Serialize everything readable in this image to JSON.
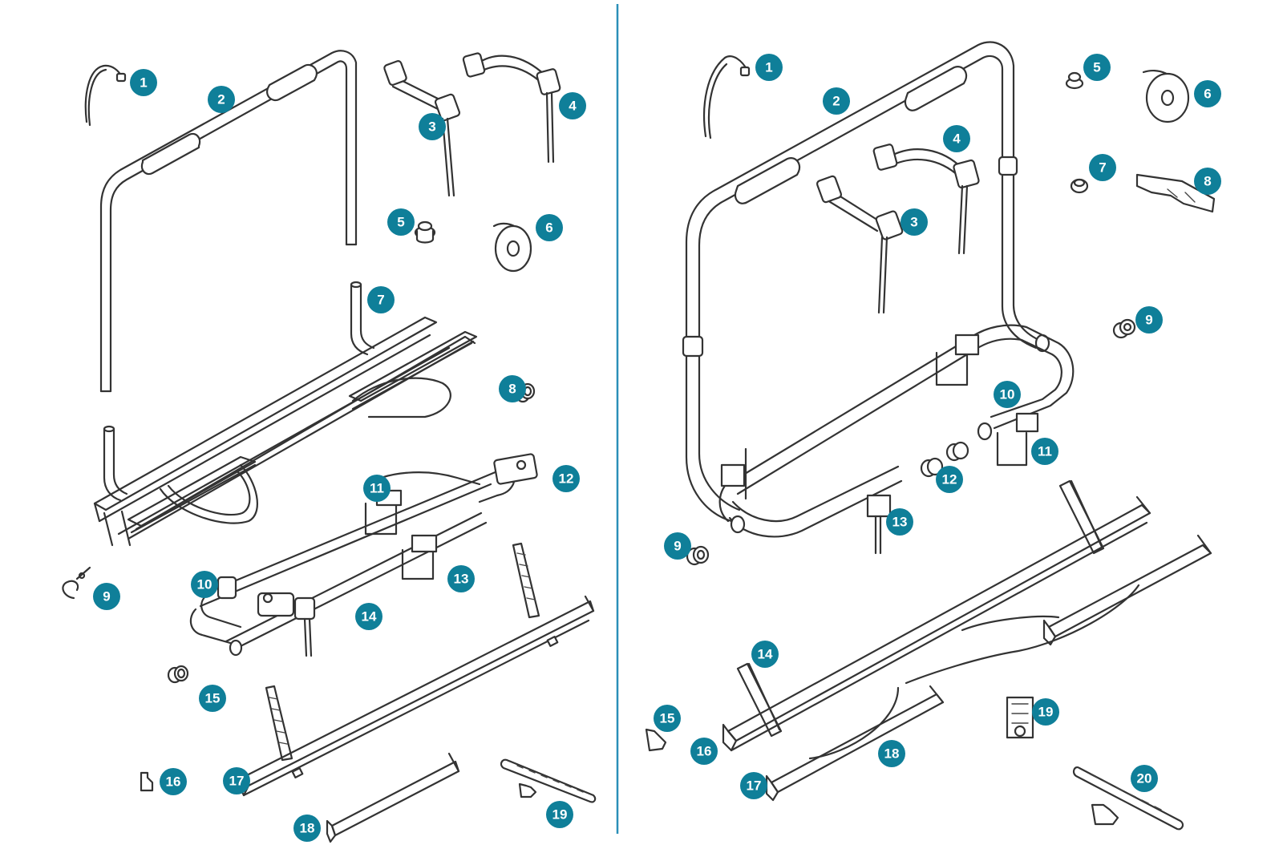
{
  "colors": {
    "badge": "#0f7f99",
    "divider": "#2a8fb8",
    "line": "#333333"
  },
  "left_panel": {
    "labels": [
      "1",
      "2",
      "3",
      "4",
      "5",
      "6",
      "7",
      "8",
      "9",
      "10",
      "11",
      "12",
      "13",
      "14",
      "15",
      "16",
      "17",
      "18",
      "19"
    ]
  },
  "right_panel": {
    "labels": [
      "1",
      "2",
      "3",
      "4",
      "5",
      "6",
      "7",
      "8",
      "9",
      "9",
      "10",
      "11",
      "12",
      "13",
      "14",
      "15",
      "16",
      "17",
      "18",
      "19",
      "20"
    ]
  }
}
